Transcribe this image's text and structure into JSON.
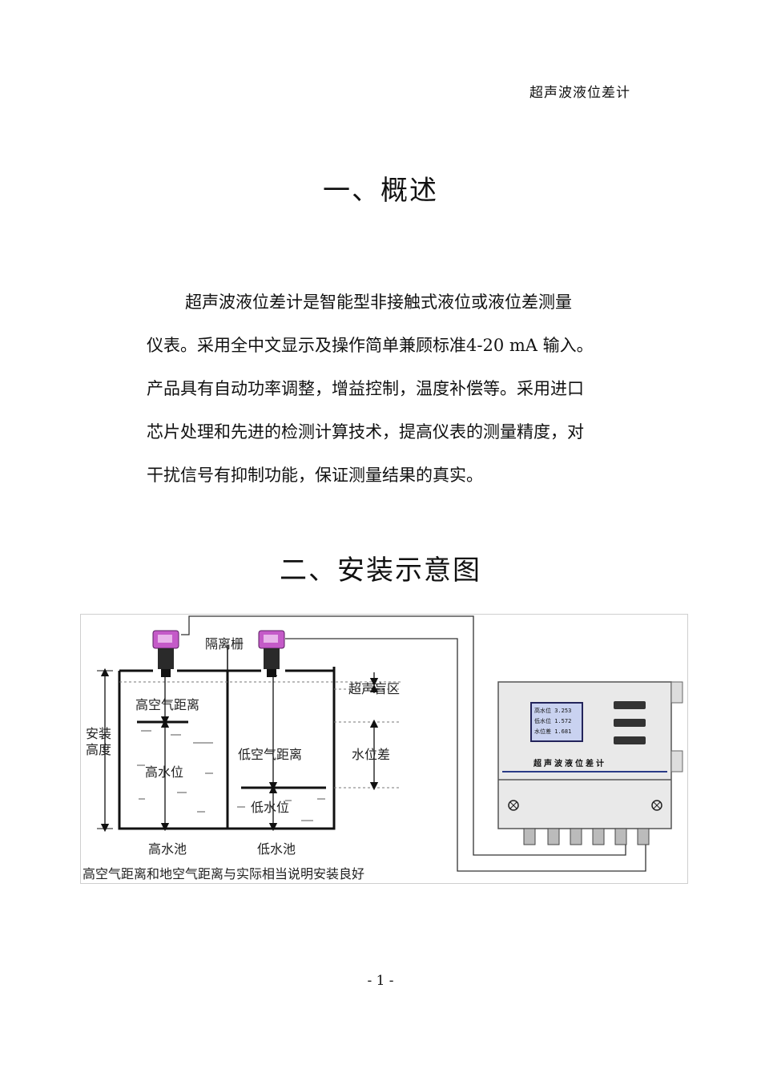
{
  "header": {
    "title": "超声波液位差计"
  },
  "section1": {
    "heading": "一、概述"
  },
  "paragraph": {
    "lines": [
      "超声波液位差计是智能型非接触式液位或液位差测量",
      "仪表。采用全中文显示及操作简单兼顾标准4-20 mA 输入。",
      "产品具有自动功率调整，增益控制，温度补偿等。采用进口",
      "芯片处理和先进的检测计算技术，提高仪表的测量精度，对",
      "干扰信号有抑制功能，保证测量结果的真实。"
    ]
  },
  "section2": {
    "heading": "二、安装示意图"
  },
  "figure": {
    "labels": {
      "isolation_grid": "隔离栅",
      "blind_zone": "超声盲区",
      "install_height": [
        "安装",
        "高度"
      ],
      "high_air_distance": "高空气距离",
      "high_water_level": "高水位",
      "low_air_distance": "低空气距离",
      "low_water_level": "低水位",
      "water_level_diff": "水位差",
      "high_pool": "高水池",
      "low_pool": "低水池"
    },
    "caption": "高空气距离和地空气距离与实际相当说明安装良好",
    "display": {
      "rows": [
        "高水位 3.253",
        "低水位 1.572",
        "水位差 1.681"
      ],
      "brand": "超声波液位差计"
    },
    "colors": {
      "sensor": "#c45ac8",
      "panel": "#e9e9e9",
      "lcd": "#c9d2f0",
      "line": "#111111"
    }
  },
  "footer": {
    "page_number": "- 1 -"
  }
}
